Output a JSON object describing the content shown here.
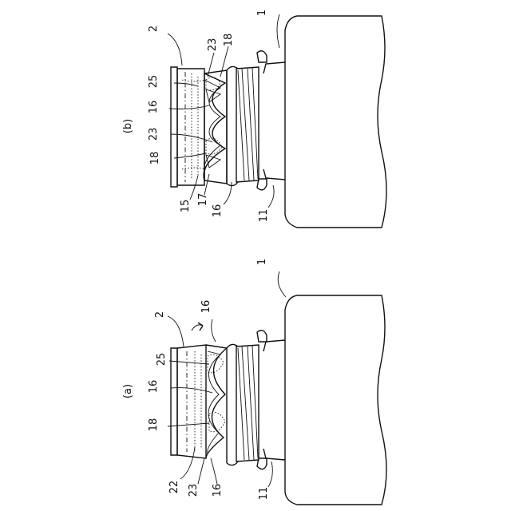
{
  "figures": [
    {
      "id": "b",
      "caption": "(b)",
      "labels": {
        "l1": "1",
        "l2": "2",
        "l11": "11",
        "l15": "15",
        "l16a": "16",
        "l16b": "16",
        "l17": "17",
        "l18a": "18",
        "l18b": "18",
        "l23a": "23",
        "l23b": "23",
        "l25": "25"
      }
    },
    {
      "id": "a",
      "caption": "(a)",
      "labels": {
        "l1": "1",
        "l2": "2",
        "l11": "11",
        "l16a": "16",
        "l16b": "16",
        "l16c": "16",
        "l18": "18",
        "l22": "22",
        "l23": "23",
        "l25": "25"
      }
    }
  ]
}
